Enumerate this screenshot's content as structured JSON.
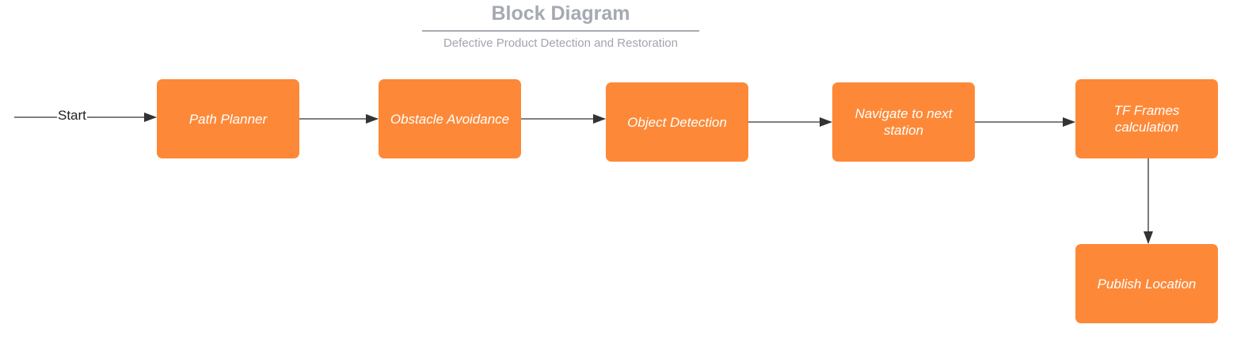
{
  "title": "Block Diagram",
  "subtitle": "Defective Product Detection and Restoration",
  "start_label": "Start",
  "colors": {
    "block_fill": "#fd8938",
    "block_text": "#ffffff",
    "title": "#a5a9b2",
    "connector": "#333333"
  },
  "blocks": [
    {
      "id": "path-planner",
      "label": "Path Planner"
    },
    {
      "id": "obstacle-avoidance",
      "label": "Obstacle Avoidance"
    },
    {
      "id": "object-detection",
      "label": "Object Detection"
    },
    {
      "id": "navigate-next-station",
      "label": "Navigate to next station"
    },
    {
      "id": "tf-frames-calculation",
      "label": "TF Frames calculation"
    },
    {
      "id": "publish-location",
      "label": "Publish Location"
    }
  ],
  "edges": [
    {
      "from": "start",
      "to": "path-planner"
    },
    {
      "from": "path-planner",
      "to": "obstacle-avoidance"
    },
    {
      "from": "obstacle-avoidance",
      "to": "object-detection"
    },
    {
      "from": "object-detection",
      "to": "navigate-next-station"
    },
    {
      "from": "navigate-next-station",
      "to": "tf-frames-calculation"
    },
    {
      "from": "tf-frames-calculation",
      "to": "publish-location"
    }
  ]
}
